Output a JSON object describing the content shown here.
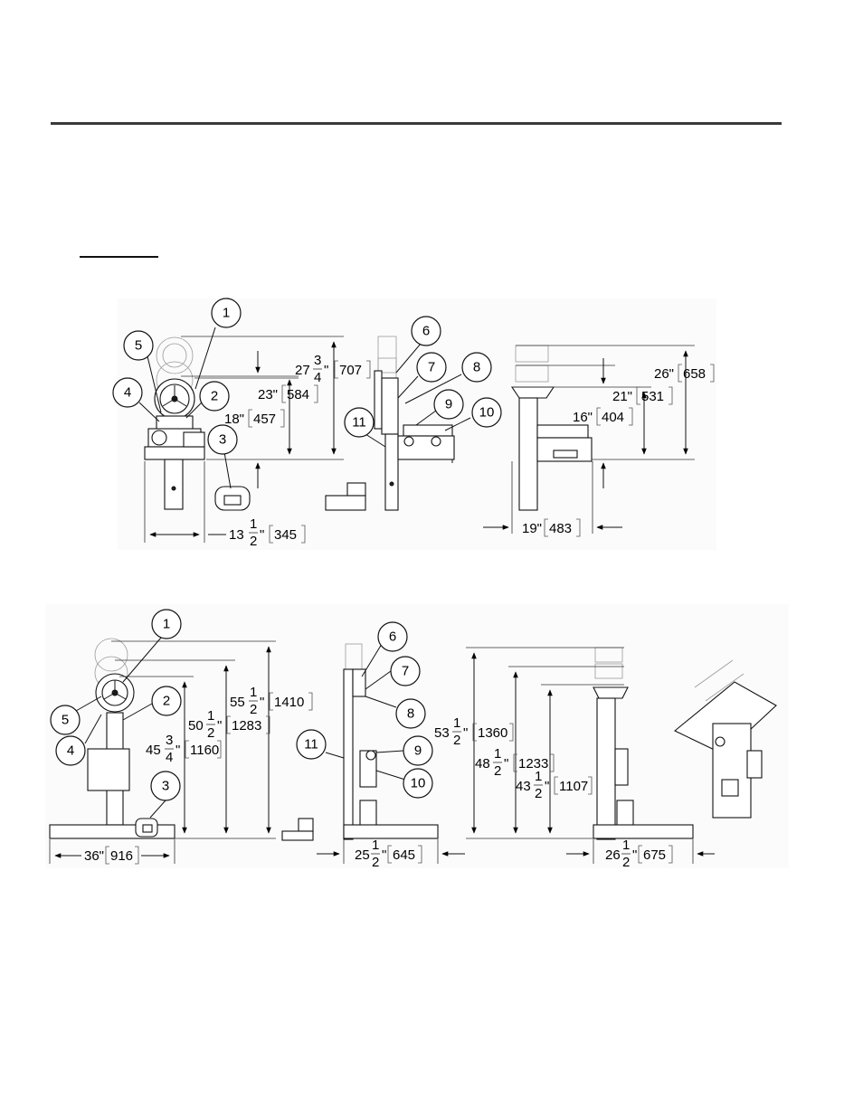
{
  "callouts": {
    "top_front": [
      "1",
      "2",
      "3",
      "4",
      "5"
    ],
    "top_side": [
      "6",
      "7",
      "8",
      "9",
      "10",
      "11"
    ],
    "bottom_front": [
      "1",
      "2",
      "3",
      "4",
      "5"
    ],
    "bottom_side": [
      "6",
      "7",
      "8",
      "9",
      "10",
      "11"
    ]
  },
  "dimensions": {
    "top_front": {
      "h_max": {
        "whole": "27",
        "num": "3",
        "den": "4",
        "in": "\"",
        "mm": "707"
      },
      "h_mid": {
        "whole": "23\"",
        "mm": "584"
      },
      "h_min": {
        "whole": "18\"",
        "mm": "457"
      },
      "width": {
        "whole": "13",
        "num": "1",
        "den": "2",
        "in": "\"",
        "mm": "345"
      }
    },
    "top_rear": {
      "h_max": {
        "whole": "26\"",
        "mm": "658"
      },
      "h_mid": {
        "whole": "21\"",
        "mm": "531"
      },
      "h_min": {
        "whole": "16\"",
        "mm": "404"
      },
      "width": {
        "whole": "19\"",
        "mm": "483"
      }
    },
    "bottom_front": {
      "h_max": {
        "whole": "55",
        "num": "1",
        "den": "2",
        "in": "\"",
        "mm": "1410"
      },
      "h_mid": {
        "whole": "50",
        "num": "1",
        "den": "2",
        "in": "\"",
        "mm": "1283"
      },
      "h_min": {
        "whole": "45",
        "num": "3",
        "den": "4",
        "in": "\"",
        "mm": "1160"
      },
      "width": {
        "whole": "36\"",
        "mm": "916"
      }
    },
    "bottom_side": {
      "width": {
        "whole": "25",
        "num": "1",
        "den": "2",
        "in": "\"",
        "mm": "645"
      }
    },
    "bottom_rear": {
      "h_max": {
        "whole": "53",
        "num": "1",
        "den": "2",
        "in": "\"",
        "mm": "1360"
      },
      "h_mid": {
        "whole": "48",
        "num": "1",
        "den": "2",
        "in": "\"",
        "mm": "1233"
      },
      "h_min": {
        "whole": "43",
        "num": "1",
        "den": "2",
        "in": "\"",
        "mm": "1107"
      },
      "width": {
        "whole": "26",
        "num": "1",
        "den": "2",
        "in": "\"",
        "mm": "675"
      }
    }
  }
}
